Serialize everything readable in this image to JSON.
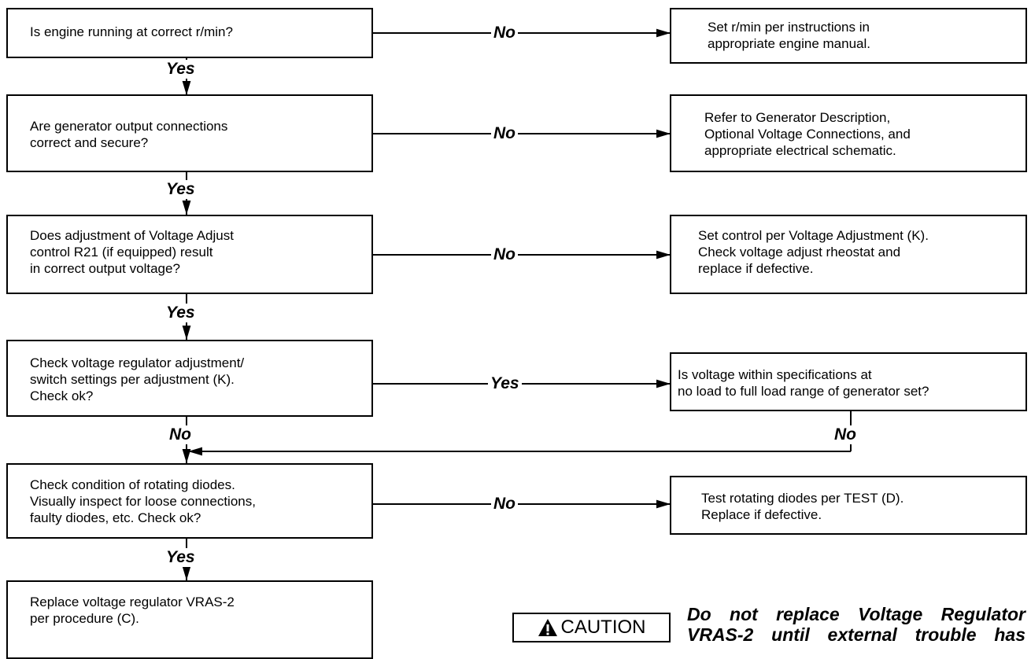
{
  "boxes": [
    {
      "id": "q1",
      "text": "Is engine running at correct r/min?"
    },
    {
      "id": "a1",
      "text": "Set r/min per instructions in\nappropriate engine manual."
    },
    {
      "id": "q2",
      "text": "Are generator output connections\ncorrect and secure?"
    },
    {
      "id": "a2",
      "text": "Refer to Generator Description,\nOptional Voltage Connections, and\nappropriate electrical schematic."
    },
    {
      "id": "q3",
      "text": "Does adjustment of Voltage Adjust\ncontrol R21 (if equipped) result\nin correct output voltage?"
    },
    {
      "id": "a3",
      "text": "Set control per Voltage Adjustment (K).\nCheck voltage adjust rheostat and\nreplace if defective."
    },
    {
      "id": "q4",
      "text": "Check voltage regulator adjustment/\nswitch settings per adjustment (K).\nCheck ok?"
    },
    {
      "id": "a4",
      "text": "Is voltage within specifications at\nno load to full load range of generator set?"
    },
    {
      "id": "q5",
      "text": "Check condition of rotating diodes.\nVisually inspect for loose connections,\nfaulty diodes, etc. Check ok?"
    },
    {
      "id": "a5",
      "text": "Test rotating diodes per TEST (D).\nReplace if defective."
    },
    {
      "id": "q6",
      "text": "Replace voltage regulator VRAS-2\nper procedure (C)."
    }
  ],
  "labels": {
    "no1": "No",
    "no2": "No",
    "no3": "No",
    "yes4": "Yes",
    "no5": "No",
    "yes1": "Yes",
    "yes2": "Yes",
    "yes3": "Yes",
    "no4": "No",
    "no4b": "No",
    "yes5": "Yes"
  },
  "caution": {
    "label": "CAUTION",
    "icon": "warning-triangle-icon",
    "text": "Do not replace Voltage Regulator VRAS-2 until external trouble has"
  }
}
